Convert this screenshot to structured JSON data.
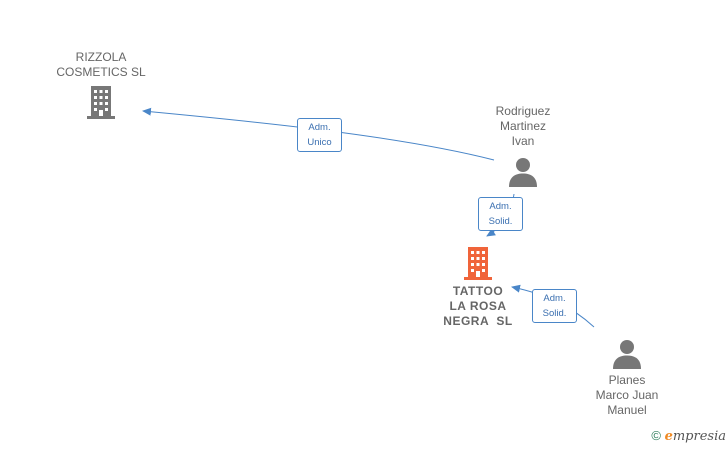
{
  "nodes": {
    "rizzola": {
      "lines": [
        "RIZZOLA",
        "COSMETICS SL"
      ]
    },
    "rodriguez": {
      "lines": [
        "Rodriguez",
        "Martinez",
        "Ivan"
      ]
    },
    "tattoo": {
      "lines": [
        "TATTOO",
        "LA ROSA",
        "NEGRA  SL"
      ]
    },
    "planes": {
      "lines": [
        "Planes",
        "Marco Juan",
        "Manuel"
      ]
    }
  },
  "edges": {
    "rodriguez_rizzola": {
      "lines": [
        "Adm.",
        "Unico"
      ]
    },
    "rodriguez_tattoo": {
      "lines": [
        "Adm.",
        "Solid."
      ]
    },
    "planes_tattoo": {
      "lines": [
        "Adm.",
        "Solid."
      ]
    }
  },
  "colors": {
    "company": "#777777",
    "focus_company": "#f0643a",
    "person": "#777777",
    "edge": "#4a86c8"
  },
  "footer": {
    "copyright": "©",
    "brand_initial": "e",
    "brand_rest": "mpresia"
  }
}
